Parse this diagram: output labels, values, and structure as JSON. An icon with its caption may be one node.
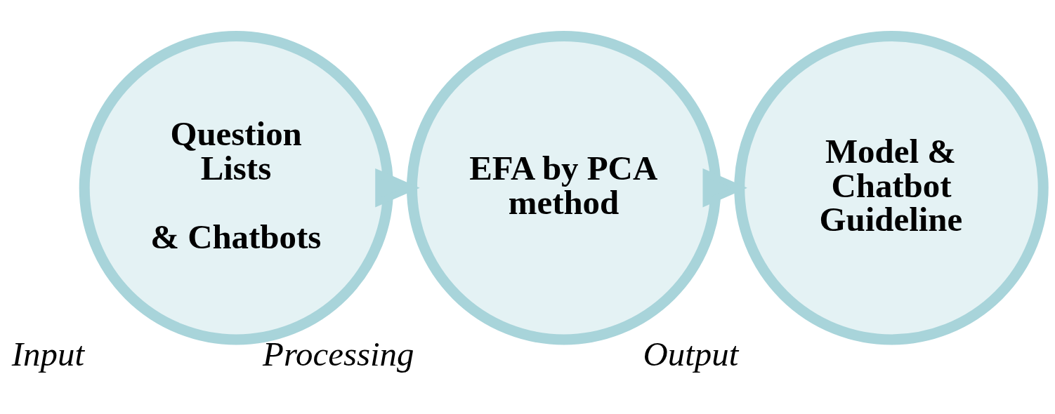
{
  "diagram": {
    "nodes": [
      {
        "text": [
          "Question Lists",
          "& Chatbots"
        ],
        "beside": [
          "Input"
        ]
      },
      {
        "text": [
          "EFA by PCA method"
        ],
        "beside": [
          "Processing"
        ]
      },
      {
        "text": [
          "Model & Chatbot Guideline"
        ],
        "beside": [
          "Output"
        ]
      }
    ],
    "edges": [
      {
        "from": 0,
        "to": 1,
        "arrow": "to"
      },
      {
        "from": 1,
        "to": 2,
        "arrow": "to"
      }
    ]
  }
}
